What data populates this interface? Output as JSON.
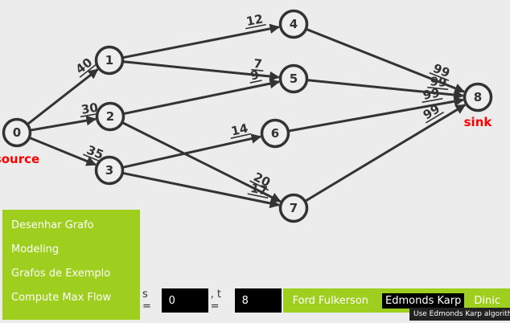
{
  "graph": {
    "nodes": [
      {
        "id": "0",
        "label": "0"
      },
      {
        "id": "1",
        "label": "1"
      },
      {
        "id": "2",
        "label": "2"
      },
      {
        "id": "3",
        "label": "3"
      },
      {
        "id": "4",
        "label": "4"
      },
      {
        "id": "5",
        "label": "5"
      },
      {
        "id": "6",
        "label": "6"
      },
      {
        "id": "7",
        "label": "7"
      },
      {
        "id": "8",
        "label": "8"
      }
    ],
    "edges": [
      {
        "from": "0",
        "to": "1",
        "capacity": "40"
      },
      {
        "from": "0",
        "to": "2",
        "capacity": "30"
      },
      {
        "from": "0",
        "to": "3",
        "capacity": "35"
      },
      {
        "from": "1",
        "to": "4",
        "capacity": "12"
      },
      {
        "from": "1",
        "to": "5",
        "capacity": "7"
      },
      {
        "from": "2",
        "to": "5",
        "capacity": "9"
      },
      {
        "from": "2",
        "to": "7",
        "capacity": "20"
      },
      {
        "from": "3",
        "to": "6",
        "capacity": "14"
      },
      {
        "from": "3",
        "to": "7",
        "capacity": "17"
      },
      {
        "from": "4",
        "to": "8",
        "capacity": "99"
      },
      {
        "from": "5",
        "to": "8",
        "capacity": "99"
      },
      {
        "from": "6",
        "to": "8",
        "capacity": "99"
      },
      {
        "from": "7",
        "to": "8",
        "capacity": "99"
      }
    ],
    "source_label": "source",
    "sink_label": "sink",
    "tag_color": "#ff0000"
  },
  "menu": {
    "items": [
      "Desenhar Grafo",
      "Modeling",
      "Grafos de Exemplo",
      "Compute Max Flow"
    ],
    "color": "#9ecf1f"
  },
  "controls": {
    "s_label": "s =",
    "s_value": "0",
    "t_label": ", t =",
    "t_value": "8",
    "algorithms": [
      {
        "label": "Ford Fulkerson",
        "active": false
      },
      {
        "label": "Edmonds Karp",
        "active": true
      },
      {
        "label": "Dinic",
        "active": false
      }
    ],
    "tooltip": "Use Edmonds Karp algorithm"
  }
}
